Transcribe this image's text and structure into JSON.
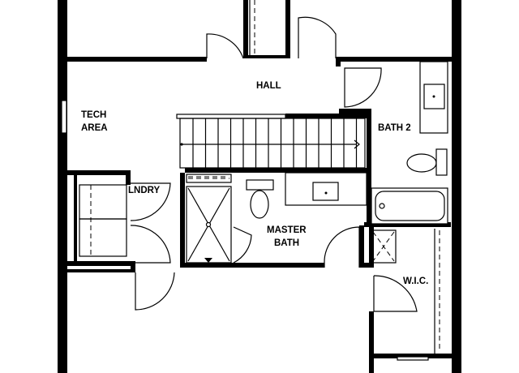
{
  "rooms": {
    "hall": "HALL",
    "tech_area_line1": "TECH",
    "tech_area_line2": "AREA",
    "bath_2": "BATH 2",
    "laundry": "LNDRY",
    "master_bath_line1": "MASTER",
    "master_bath_line2": "BATH",
    "walk_in_closet": "W.I.C."
  },
  "icons": {
    "stair_direction": "chevron-right-icon"
  },
  "colors": {
    "wall": "#000000",
    "background": "#ffffff"
  }
}
